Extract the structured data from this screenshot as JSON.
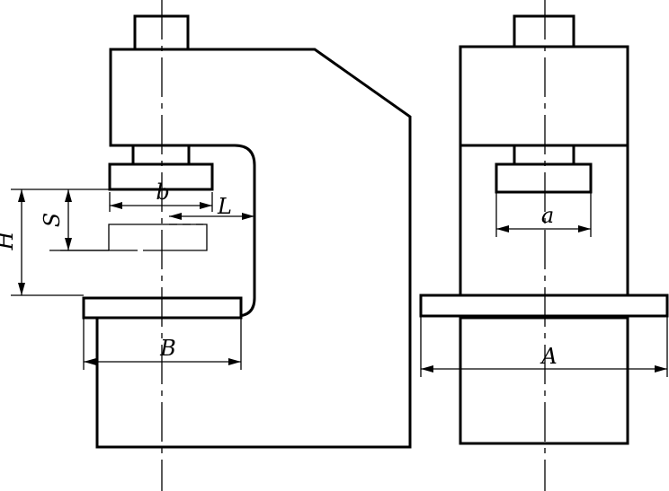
{
  "labels": {
    "b": "b",
    "L": "L",
    "S": "S",
    "H": "H",
    "B": "B",
    "a": "a",
    "A": "A"
  }
}
